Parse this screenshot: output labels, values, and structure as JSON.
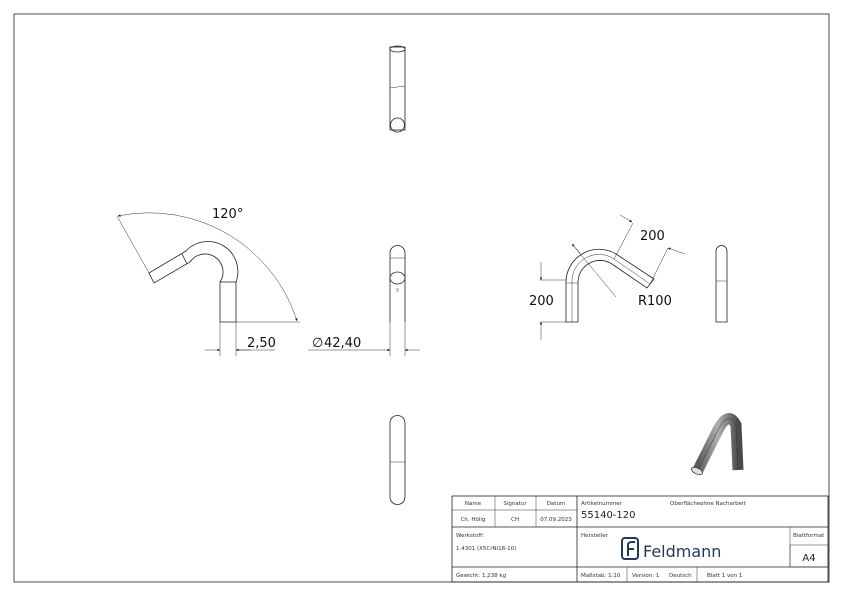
{
  "drawing": {
    "dimensions": {
      "angle": "120°",
      "wall_thickness": "2,50",
      "diameter": "42,40",
      "diameter_symbol": "∅",
      "leg_length_diagonal": "200",
      "leg_length_vertical": "200",
      "radius": "R100"
    }
  },
  "title_block": {
    "name_label": "Name",
    "signature_label": "Signatur",
    "date_label": "Datum",
    "name_value": "Ch. Hölig",
    "signature_value": "CH",
    "date_value": "07.09.2023",
    "article_label": "Artikelnummer",
    "article_number": "55140-120",
    "surface_label": "Oberfläche:",
    "surface_value": "ohne Nacharbeit",
    "material_label": "Werkstoff:",
    "material_value": "1.4301 (X5CrNi18-10)",
    "manufacturer_label": "Hersteller",
    "manufacturer_logo": "Feldmann",
    "sheet_format_label": "Blattformat",
    "sheet_format_value": "A4",
    "weight": "Gewicht: 1,238 kg",
    "scale": "Maßstab: 1:10",
    "version": "Version: 1",
    "language": "Deutsch",
    "sheet": "Blatt 1 von 1"
  },
  "colors": {
    "logo": "#1f3a5c",
    "line": "#222222"
  }
}
